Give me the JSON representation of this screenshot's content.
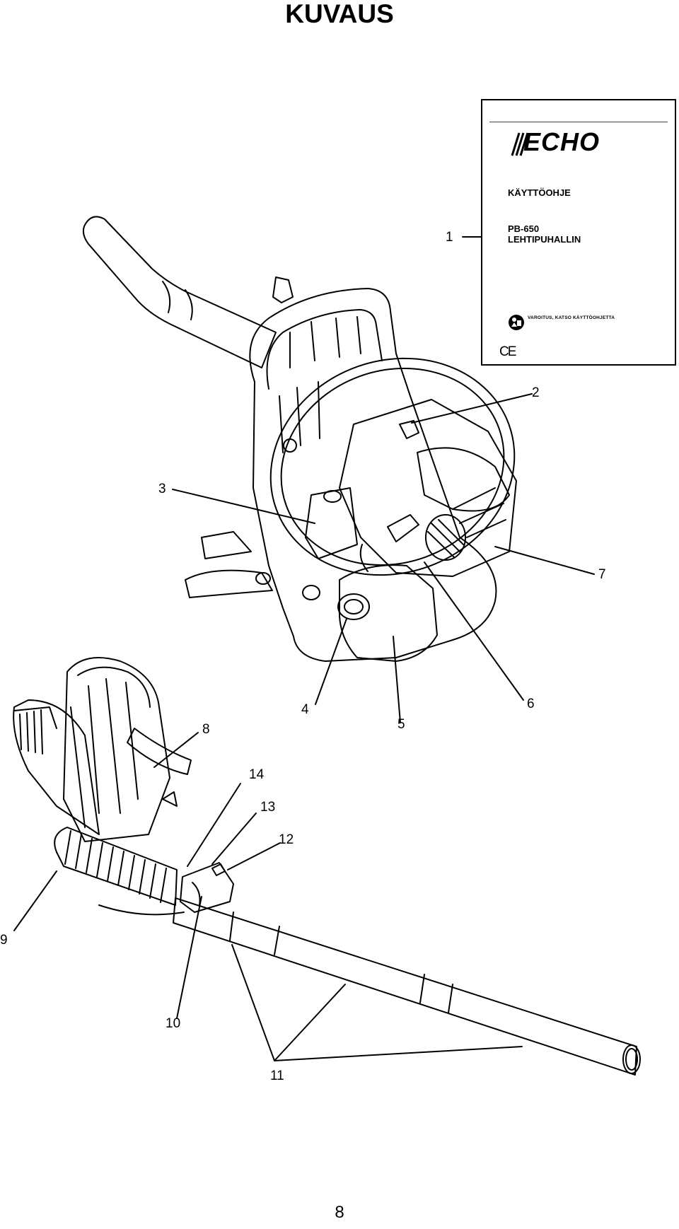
{
  "title": "KUVAUS",
  "manual": {
    "brand": "ECHO",
    "doc_type": "KÄYTTÖOHJE",
    "model": "PB-650",
    "product": "LEHTIPUHALLIN",
    "warning": "VAROITUS, KATSO KÄYTTÖOHJETTA",
    "mark": "CE"
  },
  "callouts": [
    "1",
    "2",
    "3",
    "4",
    "5",
    "6",
    "7",
    "8",
    "9",
    "10",
    "11",
    "12",
    "13",
    "14"
  ],
  "page_number": "8",
  "icons": [
    "echo-logo-icon",
    "read-manual-warning-icon",
    "ce-mark-icon"
  ]
}
